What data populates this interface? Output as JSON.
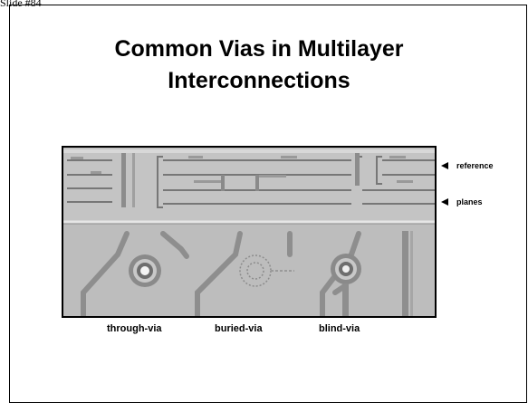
{
  "slide": {
    "number_label": "Slide #84",
    "title_line1": "Common Vias in Multilayer",
    "title_line2": "Interconnections"
  },
  "figure": {
    "labels": [
      "reference",
      "planes"
    ],
    "captions": [
      "through-via",
      "buried-via",
      "blind-via"
    ]
  }
}
